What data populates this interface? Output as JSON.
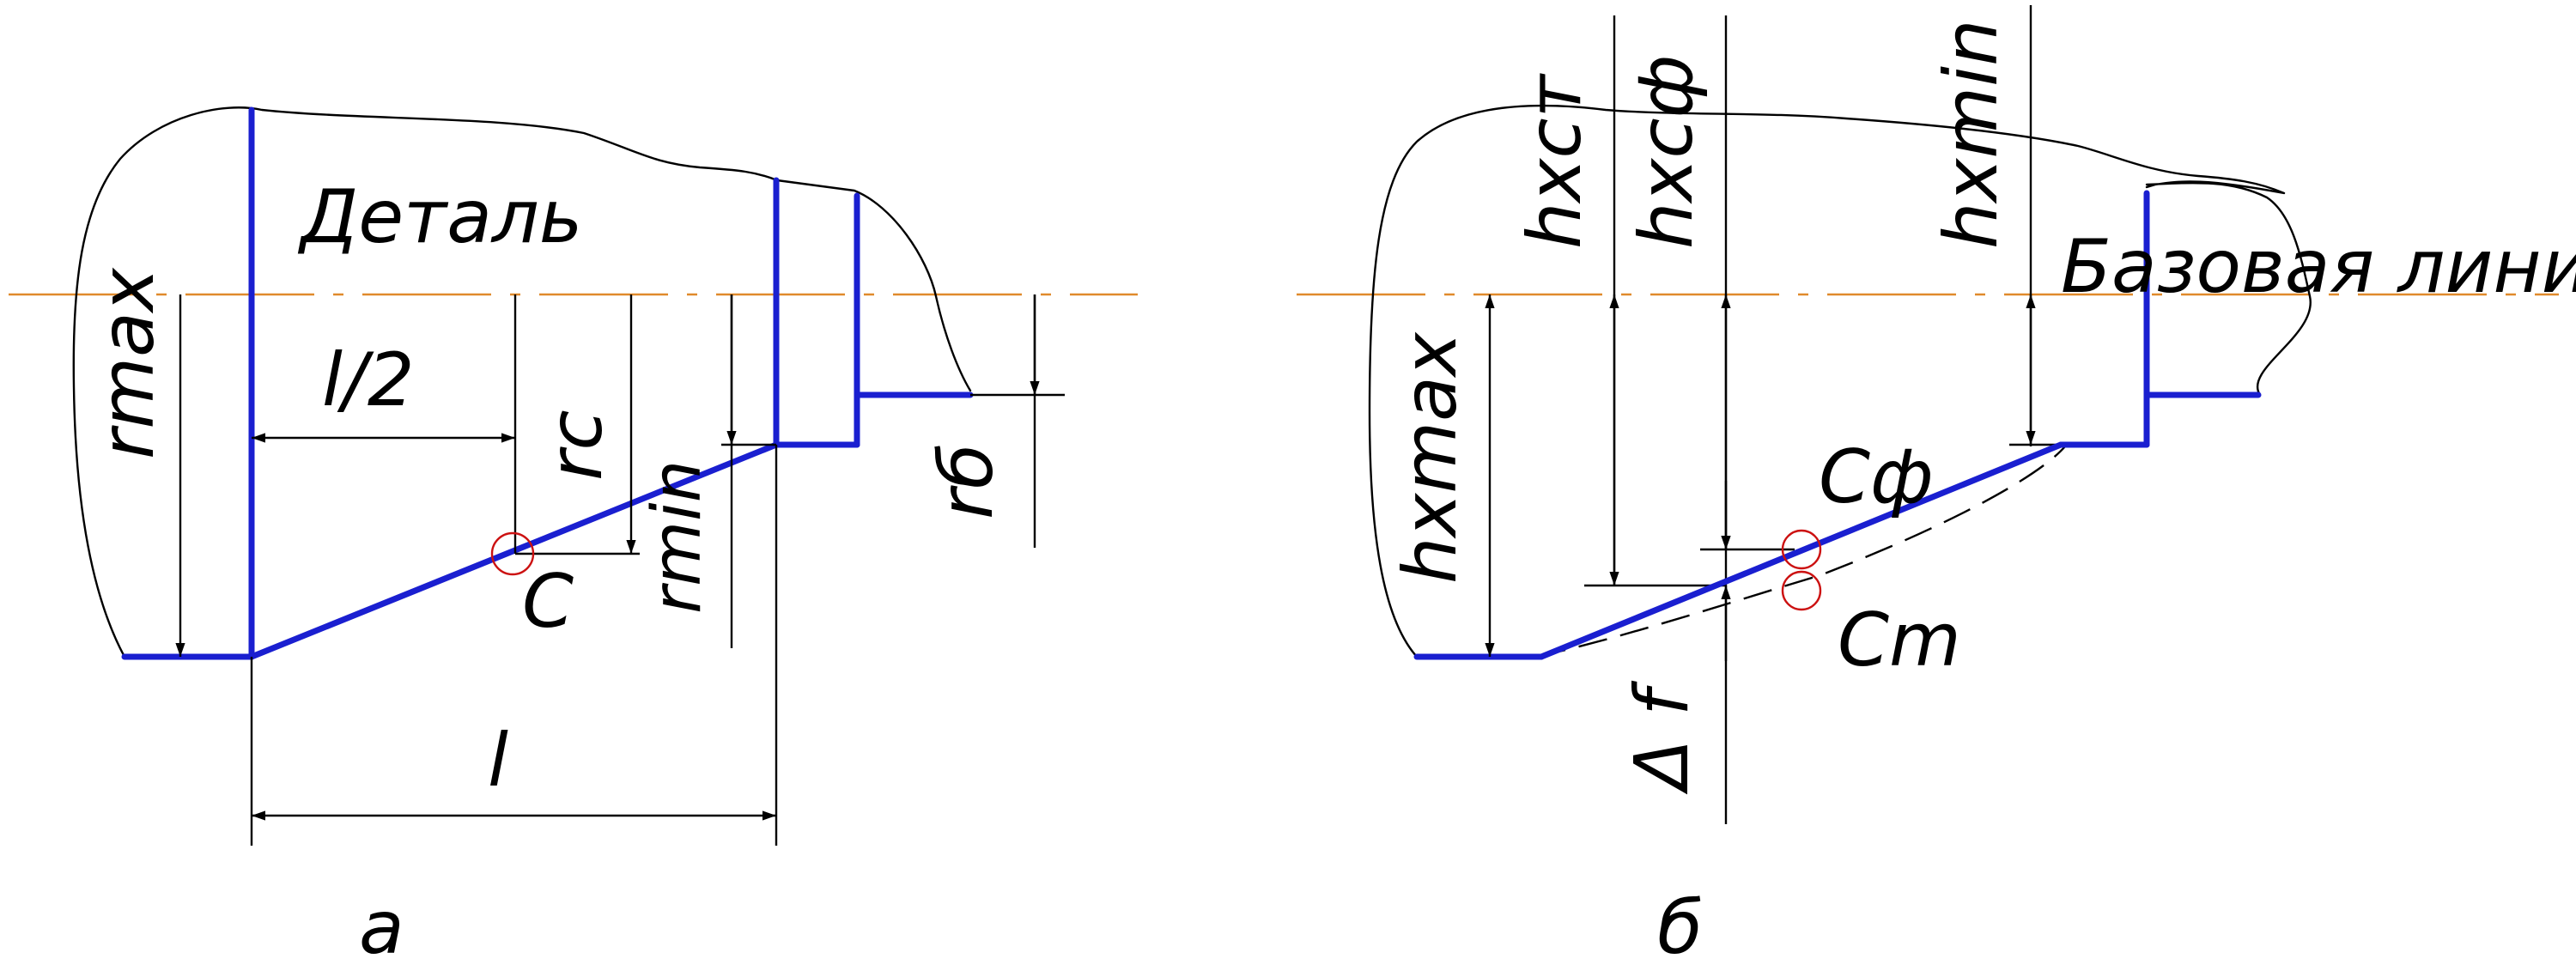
{
  "figure_a": {
    "caption": "а",
    "part_label": "Деталь",
    "dims": {
      "r_max": "rmax",
      "half_length": "l/2",
      "r_c": "rc",
      "r_min": "rmin",
      "r_b": "rб",
      "length": "l",
      "point_c": "С"
    }
  },
  "figure_b": {
    "caption": "б",
    "base_line_label": "Базовая линия",
    "dims": {
      "h_xct": "hxcт",
      "h_xcf": "hxcф",
      "h_xmin": "hxmin",
      "h_xmax": "hxmax",
      "delta_f": "Δ f",
      "point_cf": "Сф",
      "point_ct": "Сm"
    }
  },
  "colors": {
    "part_contour": "#1a1fd0",
    "axis_line": "#e08a2c",
    "marker_circle": "#cc1111",
    "line": "#000000"
  }
}
